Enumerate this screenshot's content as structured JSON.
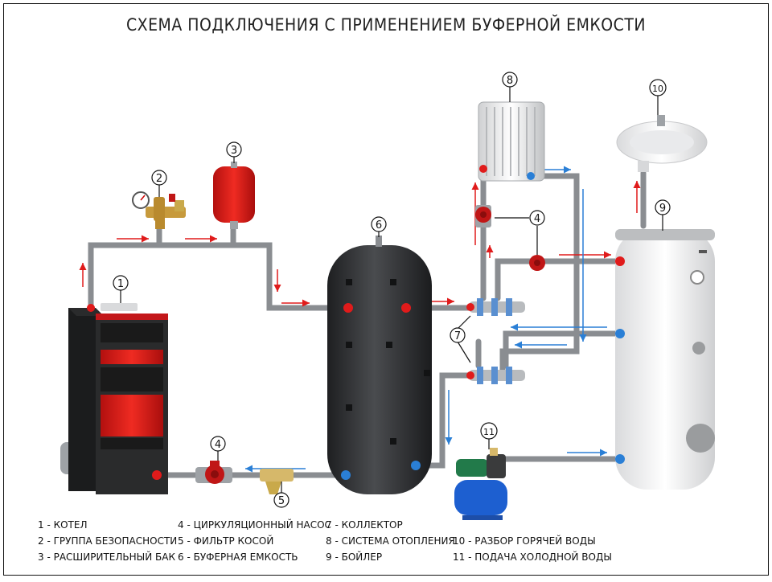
{
  "title": "СХЕМА ПОДКЛЮЧЕНИЯ С ПРИМЕНЕНИЕМ БУФЕРНОЙ ЕМКОСТИ",
  "colors": {
    "hot": "#e01b1b",
    "cold": "#2a7fd6",
    "pipe": "#8a8d91",
    "tank": "#2d2f31",
    "boiler_fire": "#e8120e"
  },
  "markers": [
    "1",
    "2",
    "3",
    "4",
    "4",
    "5",
    "6",
    "7",
    "8",
    "9",
    "10",
    "11"
  ],
  "legend": {
    "col1": [
      "1 -  КОТЕЛ",
      "2 - ГРУППА БЕЗОПАСНОСТИ",
      "3 - РАСШИРИТЕЛЬНЫЙ БАК"
    ],
    "col2": [
      "4 - ЦИРКУЛЯЦИОННЫЙ НАСОС",
      "5 - ФИЛЬТР КОСОЙ",
      "6 - БУФЕРНАЯ ЕМКОСТЬ"
    ],
    "col3": [
      "7 -  КОЛЛЕКТОР",
      "8 -  СИСТЕМА ОТОПЛЕНИЯ",
      "9 -  БОЙЛЕР"
    ],
    "col4": [
      "10 - РАЗБОР ГОРЯЧЕЙ ВОДЫ",
      "11 - ПОДАЧА  ХОЛОДНОЙ ВОДЫ"
    ]
  },
  "components": {
    "boiler_label": "котел",
    "tank_label": "буферная емкость",
    "heater_label": "бойлер"
  }
}
